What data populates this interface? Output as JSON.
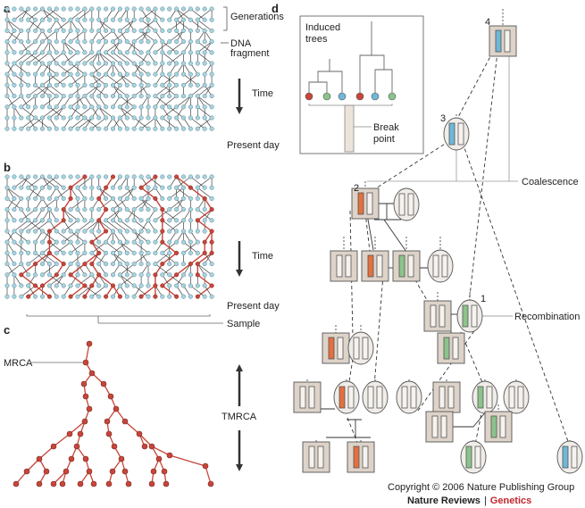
{
  "panels": {
    "a": {
      "label": "a",
      "generations_label": "Generations",
      "fragment_label": "DNA fragment",
      "time_label": "Time",
      "present_label": "Present day"
    },
    "b": {
      "label": "b",
      "time_label": "Time",
      "present_label": "Present day",
      "sample_label": "Sample"
    },
    "c": {
      "label": "c",
      "mrca_label": "MRCA",
      "tmrca_label": "TMRCA"
    },
    "d": {
      "label": "d",
      "induced_label": "Induced trees",
      "breakpoint_label": "Break point",
      "coalescence_label": "Coalescence",
      "recombination_label": "Recombination",
      "node_numbers": [
        "1",
        "2",
        "3",
        "4"
      ]
    }
  },
  "footer": {
    "copyright": "Copyright © 2006 Nature Publishing Group",
    "journal": "Nature Reviews",
    "separator": "|",
    "section": "Genetics"
  },
  "colors": {
    "node_blue": "#a8d3e0",
    "lineage_red": "#c8453a",
    "fragment_green": "#8cc38c",
    "fragment_orange": "#e4703f",
    "fragment_blue": "#6fb7d8",
    "box_fill": "#ddd3c9"
  }
}
